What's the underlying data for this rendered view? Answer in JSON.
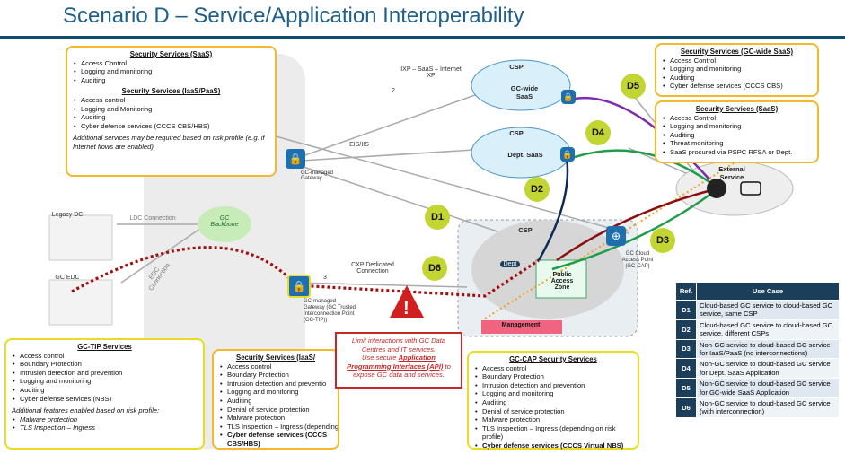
{
  "title": "Scenario D – Service/Application Interoperability",
  "boxes": {
    "saas_top": {
      "title1": "Security Services (SaaS)",
      "items1": [
        "Access Control",
        "Logging and monitoring",
        "Auditing"
      ],
      "title2": "Security Services (IaaS/PaaS)",
      "items2": [
        "Access control",
        "Logging and Monitoring",
        "Auditing",
        "Cyber defense services (CCCS CBS/HBS)"
      ],
      "note": "Additional services may be required based on risk profile (e.g. if Internet flows are enabled)"
    },
    "gc_wide": {
      "title": "Security Services (GC-wide SaaS)",
      "items": [
        "Access Control",
        "Logging and monitoring",
        "Auditing",
        "Cyber defense services (CCCS CBS)"
      ]
    },
    "saas_right": {
      "title": "Security Services (SaaS)",
      "items": [
        "Access Control",
        "Logging and monitoring",
        "Auditing",
        "Threat monitoring",
        "SaaS procured via PSPC RFSA or Dept."
      ]
    },
    "gc_tip": {
      "title": "GC-TIP Services",
      "items": [
        "Access control",
        "Boundary Protection",
        "Intrusion detection and prevention",
        "Logging and monitoring",
        "Auditing",
        "Cyber defense services (NBS)"
      ],
      "note": "Additional features enabled based on risk profile:",
      "extra": [
        "Malware protection",
        "TLS Inspection – Ingress"
      ]
    },
    "iaas_bottom": {
      "title": "Security Services (IaaS/",
      "items": [
        "Access control",
        "Boundary Protection",
        "Intrusion detection and preventio",
        "Logging and monitoring",
        "Auditing",
        "Denial of service protection",
        "Malware protection",
        "TLS Inspection – Ingress (depending on risk profile)"
      ],
      "bold_item": "Cyber defense services (CCCS CBS/HBS)"
    },
    "gc_cap": {
      "title": "GC-CAP Security Services",
      "items": [
        "Access control",
        "Boundary Protection",
        "Intrusion detection and prevention",
        "Logging and monitoring",
        "Auditing",
        "Denial of service protection",
        "Malware protection",
        "TLS Inspection – Ingress (depending on risk profile)"
      ],
      "bold_item": "Cyber defense services (CCCS Virtual NBS)"
    }
  },
  "warning": {
    "line1": "Limit interactions with GC Data Centres and IT services.",
    "line2": "Use secure",
    "link": "Application Programming Interfaces (API)",
    "line3": "to expose GC data and services."
  },
  "labels": {
    "ixp": "IXP – SaaS – Internet XP",
    "eis": "EIS/IIS",
    "gc_gateway": "GC-managed Gateway",
    "gc_backbone": "GC Backbone",
    "ldc_conn": "LDC Connection",
    "legacy_dc": "Legacy DC",
    "gc_edc": "GC EDC",
    "edc_conn": "EDC Connection",
    "cxp": "CXP Dedicated Connection",
    "tip_gateway": "GC-managed Gateway (GC Trusted Interconnection Point (GC-TIP))",
    "csp": "CSP",
    "gc_wide_saas": "GC-wide SaaS",
    "dept_saas": "Dept. SaaS",
    "external": "External Service",
    "cap": "GC Cloud Access Point (GC-CAP)",
    "dept": "Dept",
    "public_zone": "Public Access Zone",
    "management": "Management",
    "n2": "2",
    "n3": "3"
  },
  "badges": {
    "d1": "D1",
    "d2": "D2",
    "d3": "D3",
    "d4": "D4",
    "d5": "D5",
    "d6": "D6"
  },
  "table": {
    "headers": [
      "Ref.",
      "Use Case"
    ],
    "rows": [
      [
        "D1",
        "Cloud-based GC service to cloud-based GC service, same CSP"
      ],
      [
        "D2",
        "Cloud-based GC service to cloud-based GC service, different CSPs"
      ],
      [
        "D3",
        "Non-GC service to cloud-based GC service for IaaS/PaaS (no interconnections)"
      ],
      [
        "D4",
        "Non-GC service to cloud-based GC service for Dept. SaaS Application"
      ],
      [
        "D5",
        "Non-GC service to cloud-based GC service for GC-wide SaaS Application"
      ],
      [
        "D6",
        "Non-GC service to cloud-based GC service (with interconnection)"
      ]
    ]
  },
  "colors": {
    "accent": "#1f5f8b",
    "badge": "#c2d533",
    "box_border": "#f1b92b",
    "table_dark": "#1b3f5a",
    "red": "#c62828"
  }
}
